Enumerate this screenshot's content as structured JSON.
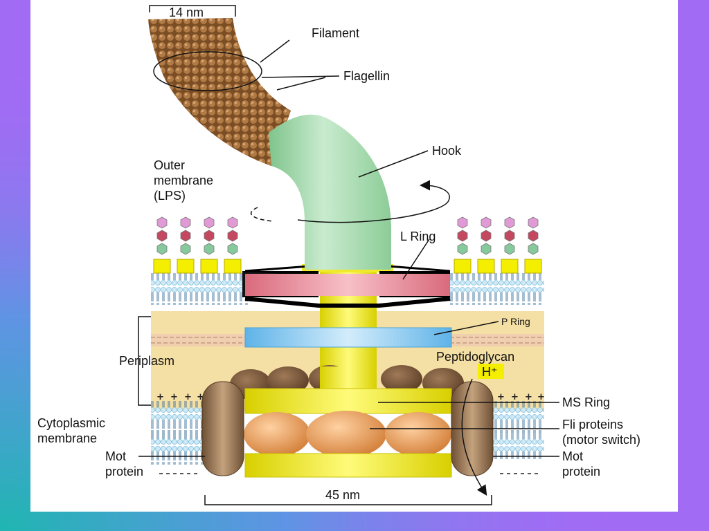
{
  "labels": {
    "scale_top": "14 nm",
    "filament": "Filament",
    "flagellin": "Flagellin",
    "hook": "Hook",
    "outer_membrane": [
      "Outer",
      "membrane",
      "(LPS)"
    ],
    "l_ring": "L Ring",
    "p_ring": "P Ring",
    "periplasm": "Periplasm",
    "peptidoglycan": "Peptidoglycan",
    "h_plus": "H⁺",
    "ms_ring": "MS Ring",
    "cytoplasmic_membrane": [
      "Cytoplasmic",
      "membrane"
    ],
    "fli_proteins": [
      "Fli proteins",
      "(motor switch)"
    ],
    "mot_protein_left": [
      "Mot",
      "protein"
    ],
    "mot_protein_right": [
      "Mot",
      "protein"
    ],
    "scale_bottom": "45 nm",
    "charge_sign": "+"
  },
  "colors": {
    "background": "#a26bf4",
    "panel": "#ffffff",
    "filament": "#9b6a3a",
    "hook": "#9fd5a8",
    "rod": "#f3ef1a",
    "l_ring": "#e58a98",
    "p_ring": "#7fc4ee",
    "periplasm": "#f4dfa4",
    "membrane": "#6fbfe8",
    "mot": "#8a6a48",
    "fli": "#e69a55"
  }
}
